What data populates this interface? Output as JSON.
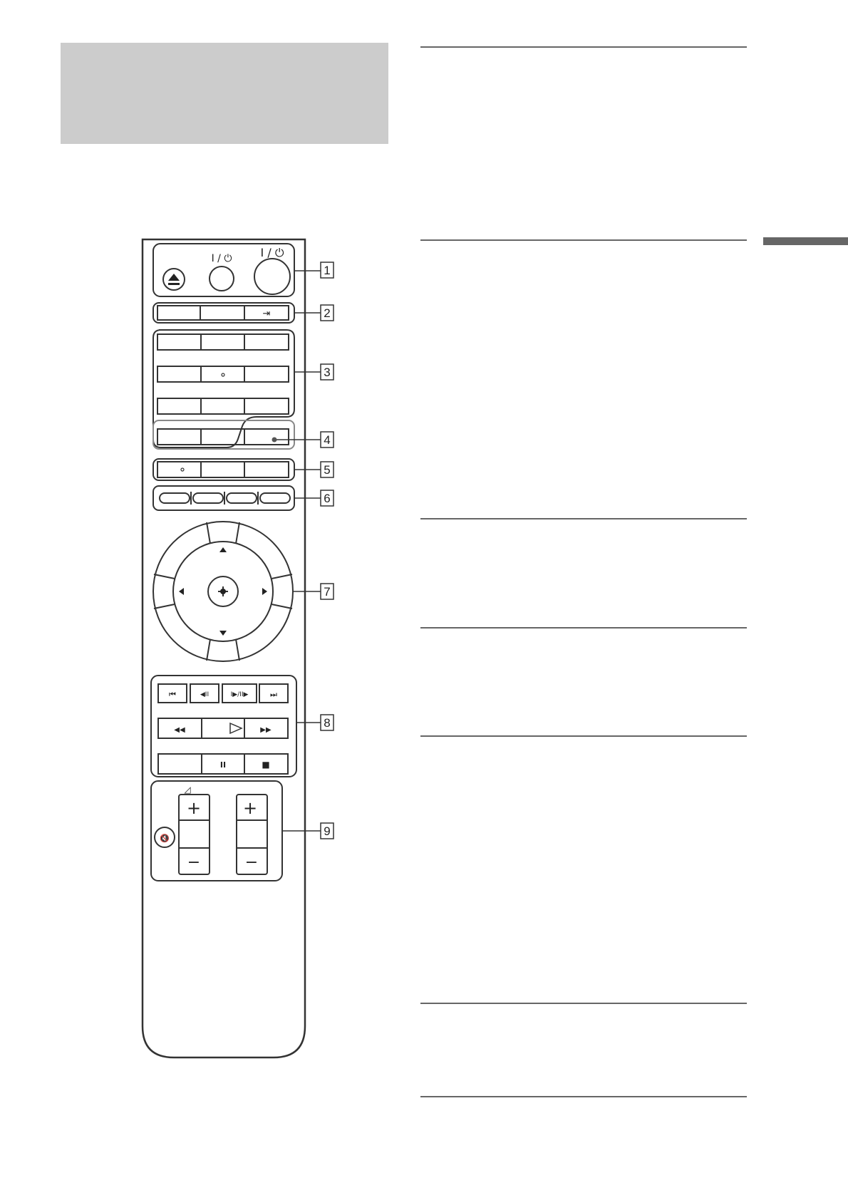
{
  "callouts": [
    "1",
    "2",
    "3",
    "4",
    "5",
    "6",
    "7",
    "8",
    "9"
  ],
  "remote": {
    "power_small_label": "I / ⏻",
    "power_large_label": "I / ⏻",
    "eject_symbol": "⏏",
    "input_symbol": "⇥",
    "transport_row1": [
      "⏮",
      "◀II",
      "I▶/II▶",
      "⏭"
    ],
    "transport_row2": [
      "◀◀",
      "▷",
      "▶▶"
    ],
    "transport_row3": [
      "",
      "II",
      "■"
    ],
    "volume_symbol": "◿",
    "plus": "+",
    "minus": "−",
    "mute_symbol": "🔇"
  },
  "icons": [
    "eject-icon",
    "power-icon",
    "input-icon",
    "arrow-up-icon",
    "arrow-down-icon",
    "arrow-left-icon",
    "arrow-right-icon",
    "enter-icon",
    "prev-icon",
    "replay-icon",
    "slow-icon",
    "next-icon",
    "rewind-icon",
    "play-icon",
    "forward-icon",
    "pause-icon",
    "stop-icon",
    "volume-icon",
    "mute-icon"
  ]
}
